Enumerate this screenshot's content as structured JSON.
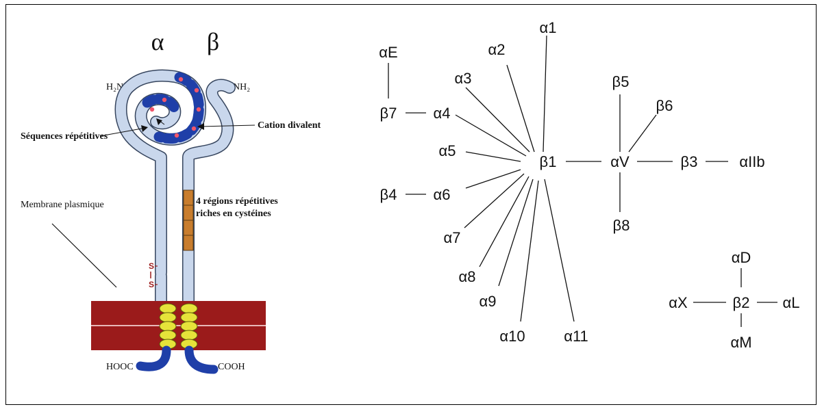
{
  "left_panel": {
    "alpha_label": "α",
    "beta_label": "β",
    "h2n": "H₂N",
    "nh2": "NH₂",
    "cation": "Cation divalent",
    "sequences": "Séquences répétitives",
    "membrane": "Membrane plasmique",
    "regions_line1": "4 régions répétitives",
    "regions_line2": "riches en cystéines",
    "s_top": "S",
    "s_bottom": "S",
    "hooc": "HOOC",
    "cooh": "COOH"
  },
  "network": {
    "nodes": {
      "aE": "αE",
      "b7": "β7",
      "a4": "α4",
      "a1": "α1",
      "a2": "α2",
      "a3": "α3",
      "a5": "α5",
      "b1": "β1",
      "aV": "αV",
      "b3": "β3",
      "aIIb": "αIIb",
      "b5": "β5",
      "b6": "β6",
      "b8": "β8",
      "b4": "β4",
      "a6": "α6",
      "a7": "α7",
      "a8": "α8",
      "a9": "α9",
      "a10": "α10",
      "a11": "α11",
      "aD": "αD",
      "aX": "αX",
      "b2": "β2",
      "aL": "αL",
      "aM": "αM"
    }
  },
  "colors": {
    "membrane": "#9b1b1b",
    "chain": "#c9d7ec",
    "domain_dark": "#1f3fa8",
    "cation_dot": "#f0566b",
    "cysteine": "#c87d2e",
    "helix": "#e6e33a",
    "tail": "#1f3fa8"
  }
}
